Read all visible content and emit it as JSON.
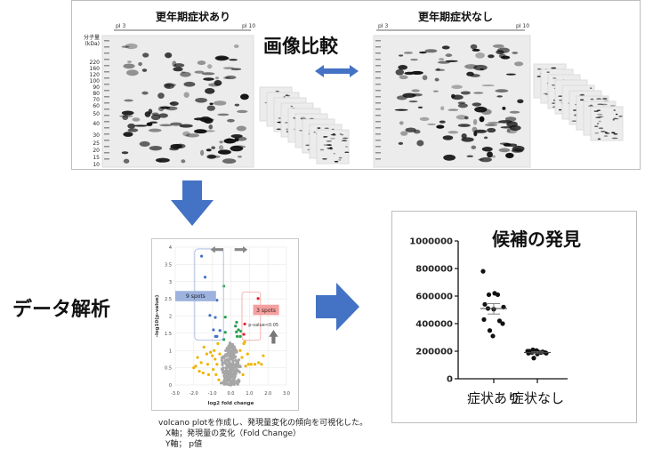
{
  "image_comparison": {
    "label": "画像比較",
    "left_gel": {
      "title": "更年期症状あり",
      "pi_start": "pI 3",
      "pi_end": "pI 10"
    },
    "right_gel": {
      "title": "更年期症状なし",
      "pi_start": "pI 3",
      "pi_end": "pI 10"
    },
    "mw_header": [
      "分子量",
      "(kDa)"
    ],
    "mw_markers": [
      "220",
      "160",
      "120",
      "100",
      "90",
      "80",
      "70",
      "60",
      "50",
      "40",
      "30",
      "25",
      "20",
      "15",
      "10"
    ],
    "colors": {
      "arrow": "#4472c4"
    }
  },
  "analysis": {
    "label": "データ解析",
    "caption": [
      "volcano plotを作成し、発現量変化の傾向を可視化した。",
      "X軸；発現量の変化（Fold Change）",
      "Y軸； p値"
    ]
  },
  "chart_data": [
    {
      "type": "scatter",
      "name": "volcano-plot",
      "xlabel": "log2 fold change",
      "ylabel": "-log10(p-value)",
      "xlim": [
        -3,
        3
      ],
      "ylim": [
        0,
        4
      ],
      "x_ticks": [
        "-3.0",
        "-2.0",
        "-1.0",
        "0.0",
        "1.0",
        "2.0",
        "3.0"
      ],
      "y_ticks": [
        "0",
        "0.5",
        "1",
        "1.5",
        "2",
        "2.5",
        "3",
        "3.5",
        "4"
      ],
      "grid": true,
      "annotations": {
        "down_spots": "9 spots",
        "up_spots": "3 spots",
        "threshold": "p-value<0.05"
      },
      "series": [
        {
          "name": "down-significant",
          "color": "#4472c4",
          "points": [
            [
              -1.58,
              3.74
            ],
            [
              -1.39,
              3.13
            ],
            [
              -0.75,
              2.46
            ],
            [
              -1.13,
              2.02
            ],
            [
              -0.84,
              1.96
            ],
            [
              -0.94,
              1.6
            ],
            [
              -0.59,
              1.58
            ],
            [
              -0.83,
              1.41
            ],
            [
              -0.75,
              1.41
            ]
          ]
        },
        {
          "name": "up-significant",
          "color": "#e0202a",
          "points": [
            [
              1.47,
              2.51
            ],
            [
              0.75,
              1.77
            ],
            [
              0.7,
              1.47
            ]
          ]
        },
        {
          "name": "significant-small-change",
          "color": "#22a04a",
          "points": [
            [
              -0.38,
              2.87
            ],
            [
              -0.3,
              1.97
            ],
            [
              0.31,
              1.82
            ],
            [
              0.25,
              1.71
            ],
            [
              -0.3,
              1.53
            ],
            [
              0.41,
              1.6
            ],
            [
              0.3,
              1.54
            ],
            [
              0.54,
              1.56
            ],
            [
              0.34,
              1.41
            ],
            [
              -0.38,
              1.32
            ],
            [
              0.5,
              1.41
            ]
          ]
        },
        {
          "name": "large-change-nonsignificant",
          "color": "#f0b400",
          "points": [
            [
              -2.0,
              0.5
            ],
            [
              -1.9,
              0.55
            ],
            [
              -1.8,
              0.8
            ],
            [
              -1.7,
              0.4
            ],
            [
              -1.6,
              0.65
            ],
            [
              -1.5,
              0.35
            ],
            [
              -1.45,
              1.1
            ],
            [
              -1.3,
              0.9
            ],
            [
              -1.25,
              0.6
            ],
            [
              -1.2,
              0.3
            ],
            [
              -1.1,
              0.95
            ],
            [
              -1.0,
              0.85
            ],
            [
              -0.95,
              0.45
            ],
            [
              -0.9,
              1.0
            ],
            [
              -0.85,
              0.75
            ],
            [
              -0.8,
              0.3
            ],
            [
              -0.75,
              0.6
            ],
            [
              -0.7,
              1.2
            ],
            [
              -0.65,
              0.15
            ],
            [
              -0.6,
              0.9
            ],
            [
              0.5,
              1.0
            ],
            [
              0.6,
              0.8
            ],
            [
              0.7,
              1.2
            ],
            [
              0.75,
              1.25
            ],
            [
              0.8,
              0.55
            ],
            [
              0.9,
              0.9
            ],
            [
              0.95,
              0.6
            ],
            [
              1.1,
              0.6
            ],
            [
              1.3,
              0.6
            ],
            [
              1.5,
              0.65
            ],
            [
              1.65,
              0.6
            ],
            [
              1.75,
              0.85
            ],
            [
              0.65,
              0.3
            ]
          ]
        },
        {
          "name": "non-significant",
          "color": "#a6a6a6",
          "count": 260
        }
      ]
    },
    {
      "type": "scatter",
      "name": "candidate-dot-plot",
      "title": "候補の発見",
      "categories": [
        "症状あり",
        "症状なし"
      ],
      "ylim": [
        0,
        1000000
      ],
      "y_ticks": [
        "0",
        "200000",
        "400000",
        "600000",
        "800000",
        "1000000"
      ],
      "series": [
        {
          "name": "症状あり",
          "values": [
            780000,
            610000,
            620000,
            610000,
            520000,
            540000,
            510000,
            505000,
            420000,
            400000,
            430000,
            350000,
            310000
          ],
          "mean": 510000,
          "sem": [
            470000,
            545000
          ]
        },
        {
          "name": "症状なし",
          "values": [
            200000,
            210000,
            195000,
            190000,
            185000,
            200000,
            190000,
            180000,
            195000,
            190000,
            185000,
            150000,
            205000
          ],
          "mean": 190000,
          "sem": [
            182000,
            198000
          ]
        }
      ]
    }
  ]
}
